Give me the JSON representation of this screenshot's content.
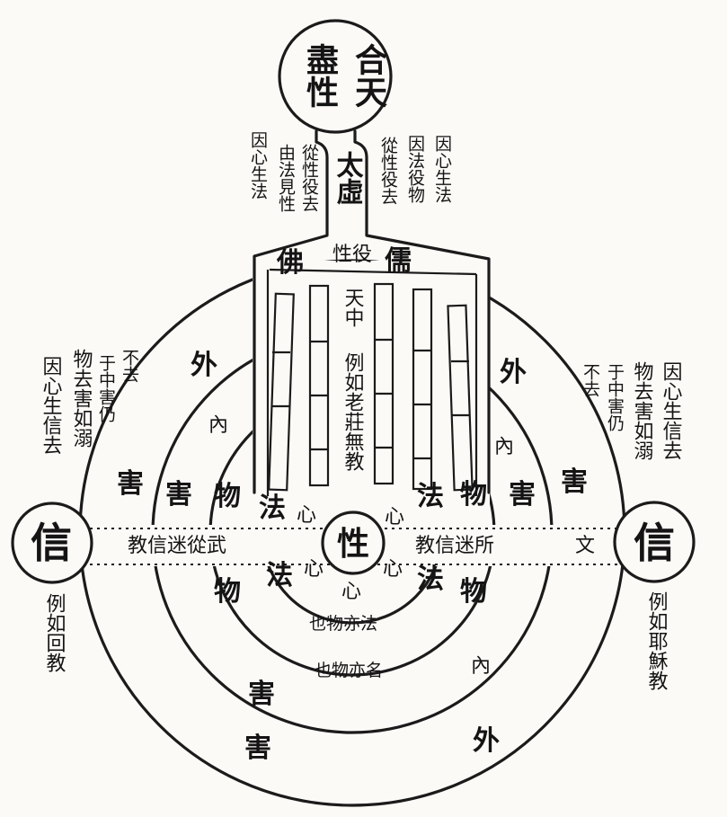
{
  "top_circle": {
    "left_column": "盡性",
    "right_column": "合天"
  },
  "neck_label": "太虛",
  "neck_notes": {
    "left_outer": "因心生法",
    "left_mid": "由法見性",
    "left_inner": "從性役去",
    "right_inner": "從性役去",
    "right_mid": "因法役物",
    "right_outer": "因心生法"
  },
  "upper_row": {
    "left": "佛",
    "center": "性役",
    "right": "儒"
  },
  "center_column": {
    "heading": "天中",
    "body": "例如老莊無教"
  },
  "left_notes": {
    "col1": "不去",
    "col2": "于中害仍",
    "col3": "物去害如溺",
    "col4": "因心生信去"
  },
  "right_notes": {
    "col1": "不去",
    "col2": "于中害仍",
    "col3": "物去害如溺",
    "col4": "因心生信去"
  },
  "ring_labels": {
    "outer_upper_left": "外",
    "outer_upper_right": "外",
    "outer_lower": "外",
    "inner_upper_left": "內",
    "inner_upper_right": "內",
    "inner_lower": "內",
    "harm_outer_left": "害",
    "harm_outer_right": "害",
    "harm_inner_left": "害",
    "harm_inner_right": "害",
    "harm_lower_1": "害",
    "harm_lower_2": "害",
    "wu_left": "物",
    "wu_right": "物",
    "wu_lower_left": "物",
    "wu_lower_right": "物",
    "fa_upper_left": "法",
    "fa_upper_right": "法",
    "fa_lower_left": "法",
    "fa_lower_right": "法",
    "xin_upper_left": "心",
    "xin_upper_right": "心",
    "xin_lower_left": "心",
    "xin_lower_right": "心",
    "xin_bottom": "心"
  },
  "center_circle": "性",
  "left_circle": "信",
  "right_circle": "信",
  "band_left": "教信迷從武",
  "band_right": "教信迷所",
  "band_right_end": "文",
  "arc_inner": "也物亦法",
  "arc_outer": "也物亦名",
  "left_caption": "例如回教",
  "right_caption": "例如耶穌教"
}
